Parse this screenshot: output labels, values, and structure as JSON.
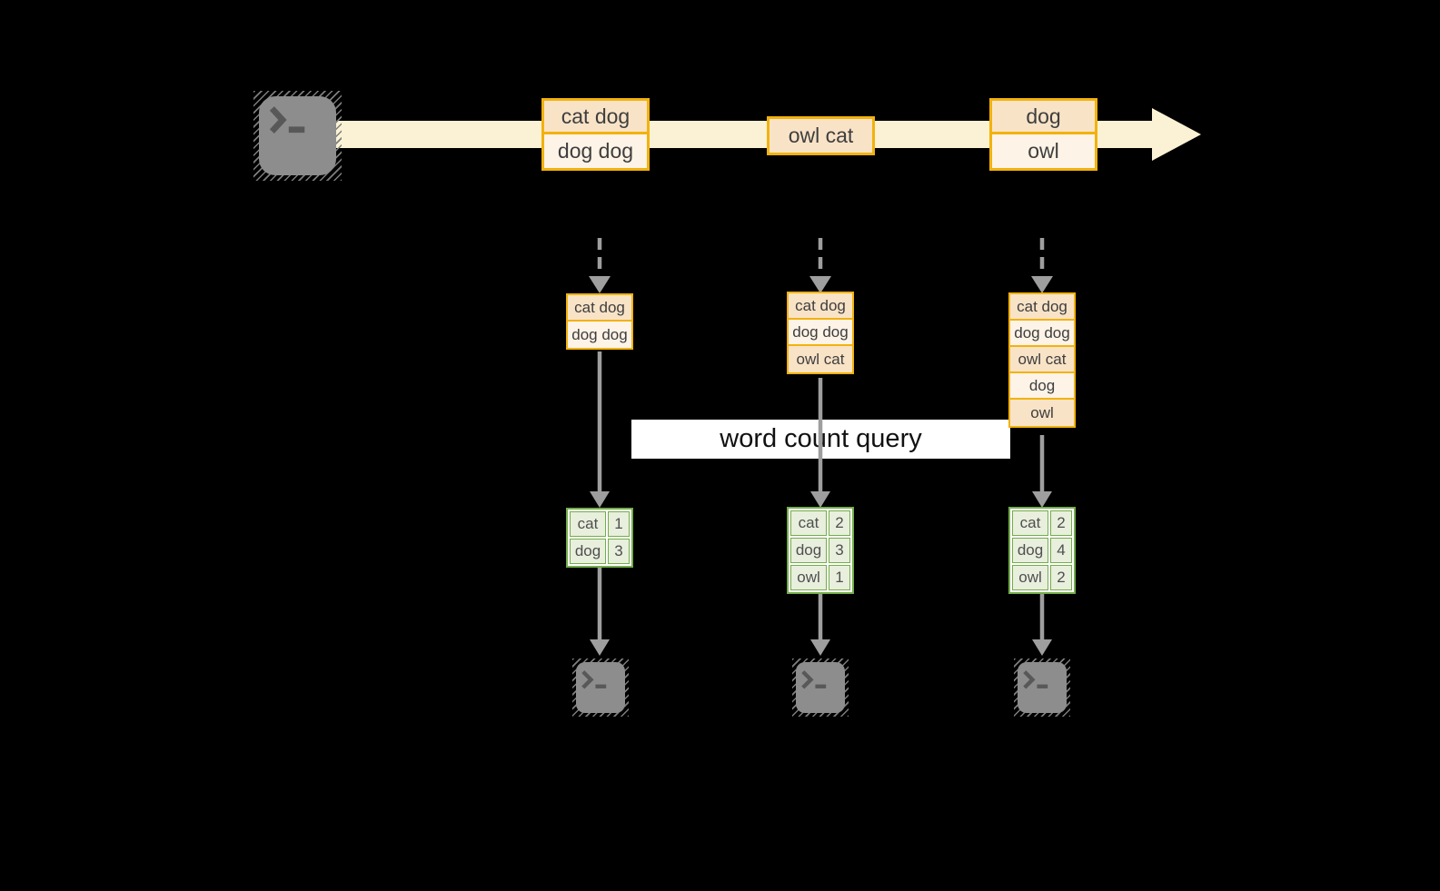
{
  "query_label": "word count query",
  "stream": {
    "source_icon": "terminal-icon",
    "batches": [
      {
        "rows": [
          "cat dog",
          "dog dog"
        ]
      },
      {
        "rows": [
          "owl cat"
        ]
      },
      {
        "rows": [
          "dog",
          "owl"
        ]
      }
    ]
  },
  "pipelines": [
    {
      "snapshot": [
        "cat dog",
        "dog dog"
      ],
      "counts": [
        [
          "cat",
          "1"
        ],
        [
          "dog",
          "3"
        ]
      ],
      "sink_icon": "terminal-icon"
    },
    {
      "snapshot": [
        "cat dog",
        "dog dog",
        "owl cat"
      ],
      "counts": [
        [
          "cat",
          "2"
        ],
        [
          "dog",
          "3"
        ],
        [
          "owl",
          "1"
        ]
      ],
      "sink_icon": "terminal-icon"
    },
    {
      "snapshot": [
        "cat dog",
        "dog dog",
        "owl cat",
        "dog",
        "owl"
      ],
      "counts": [
        [
          "cat",
          "2"
        ],
        [
          "dog",
          "4"
        ],
        [
          "owl",
          "2"
        ]
      ],
      "sink_icon": "terminal-icon"
    }
  ],
  "colors": {
    "background": "#000000",
    "stream_arrow": "#fbf2d5",
    "batch_border": "#f2b20e",
    "batch_fill_dark": "#f9e3c7",
    "batch_fill_light": "#fdf3e6",
    "count_table_border": "#74ac4b",
    "count_table_fill": "#e8efdd",
    "connector_gray": "#9e9e9e",
    "terminal_gray": "#8d8d8d",
    "query_band_bg": "#ffffff"
  }
}
